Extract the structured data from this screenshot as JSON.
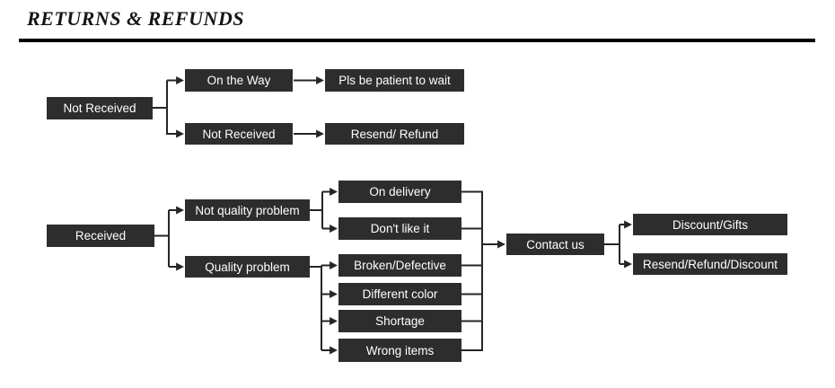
{
  "title": "RETURNS & REFUNDS",
  "colors": {
    "node_background": "#2d2d2d",
    "node_text": "#ffffff",
    "connector_line": "#262626",
    "title_text": "#151515",
    "title_rule": "#000000",
    "page_background": "#ffffff"
  },
  "flowchart": {
    "not_received_tree": {
      "root": "Not Received",
      "branches": [
        {
          "status": "On the Way",
          "action": "Pls be patient to wait"
        },
        {
          "status": "Not Received",
          "action": "Resend/ Refund"
        }
      ]
    },
    "received_tree": {
      "root": "Received",
      "categories": [
        {
          "label": "Not quality problem",
          "reasons": [
            "On delivery",
            "Don't like it"
          ]
        },
        {
          "label": "Quality problem",
          "reasons": [
            "Broken/Defective",
            "Different color",
            "Shortage",
            "Wrong items"
          ]
        }
      ],
      "converge": "Contact us",
      "outcomes": [
        "Discount/Gifts",
        "Resend/Refund/Discount"
      ]
    }
  }
}
